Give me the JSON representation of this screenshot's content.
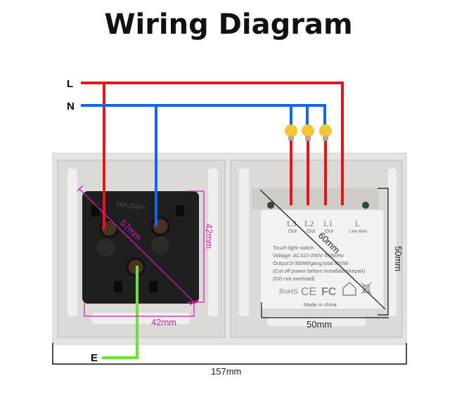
{
  "title": "Wiring Diagram",
  "wires": {
    "live": "L",
    "neutral": "N",
    "earth": "E"
  },
  "colors": {
    "live": "#e8141b",
    "neutral": "#1565e8",
    "earth": "#6fe03a",
    "dimension": "#d81bb8"
  },
  "socket": {
    "rating": "16A 250V~",
    "diagonal": "57mm",
    "height": "42mm",
    "width": "42mm"
  },
  "module": {
    "terminals": [
      {
        "name": "L3",
        "sub": "Out"
      },
      {
        "name": "L2",
        "sub": "Out"
      },
      {
        "name": "L1",
        "sub": "Out"
      },
      {
        "name": "L",
        "sub": "Live Wire"
      }
    ],
    "lines": [
      "Touch light switch",
      "Voltage: AC110-250V 50/60Hz",
      "Output:5-300W/gang,total 800W",
      "(Cut off power before installation/repair)",
      "(DO not overload)"
    ],
    "marks": [
      "RoHS",
      "CE",
      "FC"
    ],
    "made_in": "Made in china",
    "diagonal": "60mm",
    "height": "50mm",
    "width": "50mm"
  },
  "overall_width": "157mm"
}
